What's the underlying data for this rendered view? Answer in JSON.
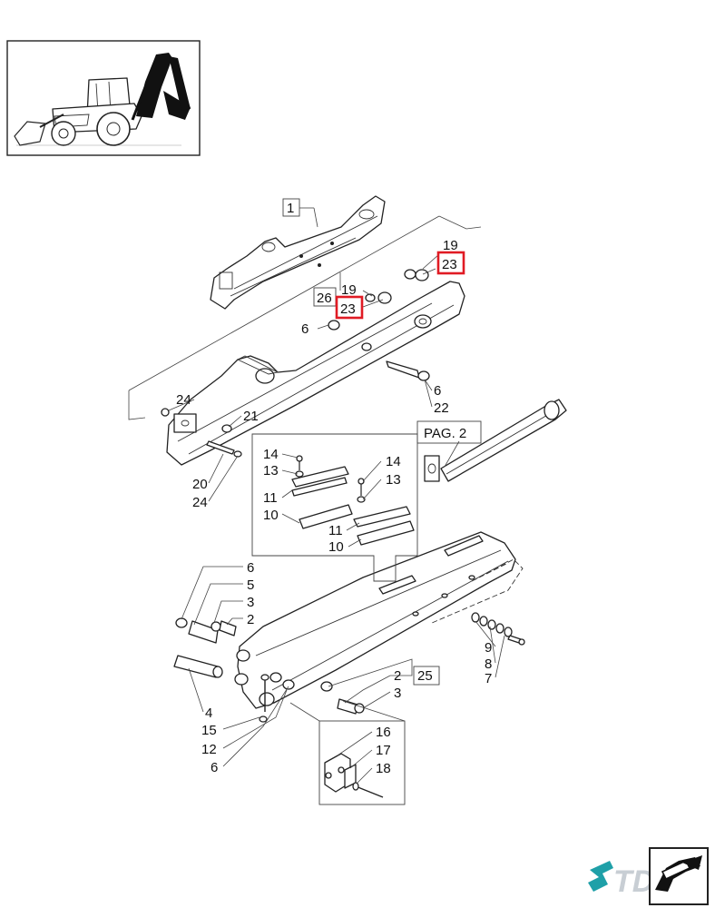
{
  "labels": {
    "l1": "1",
    "l19a": "19",
    "l23a": "23",
    "l19b": "19",
    "l23b": "23",
    "l26": "26",
    "l6a": "6",
    "l24a": "24",
    "l21": "21",
    "l6b": "6",
    "l22": "22",
    "l20": "20",
    "l24b": "24",
    "pag2": "PAG. 2",
    "l14a": "14",
    "l13a": "13",
    "l11a": "11",
    "l10a": "10",
    "l14b": "14",
    "l13b": "13",
    "l11b": "11",
    "l10b": "10",
    "l6c": "6",
    "l5": "5",
    "l3a": "3",
    "l2a": "2",
    "l4": "4",
    "l15": "15",
    "l12": "12",
    "l6d": "6",
    "l9": "9",
    "l8": "8",
    "l7": "7",
    "l2b": "2",
    "l3b": "3",
    "l25": "25",
    "l16": "16",
    "l17": "17",
    "l18": "18"
  },
  "highlight_color": "#e01b24",
  "logo": {
    "text": "TDG",
    "mark_color": "#1fa0a8",
    "text_color": "#c8ced4",
    "icon": "book-return-icon"
  }
}
